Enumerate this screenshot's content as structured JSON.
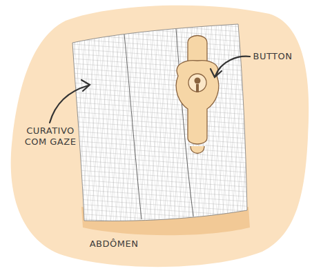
{
  "diagram": {
    "labels": [
      "CURATIVO COM GAZE",
      "BUTTON",
      "ABDÔMEN"
    ]
  }
}
